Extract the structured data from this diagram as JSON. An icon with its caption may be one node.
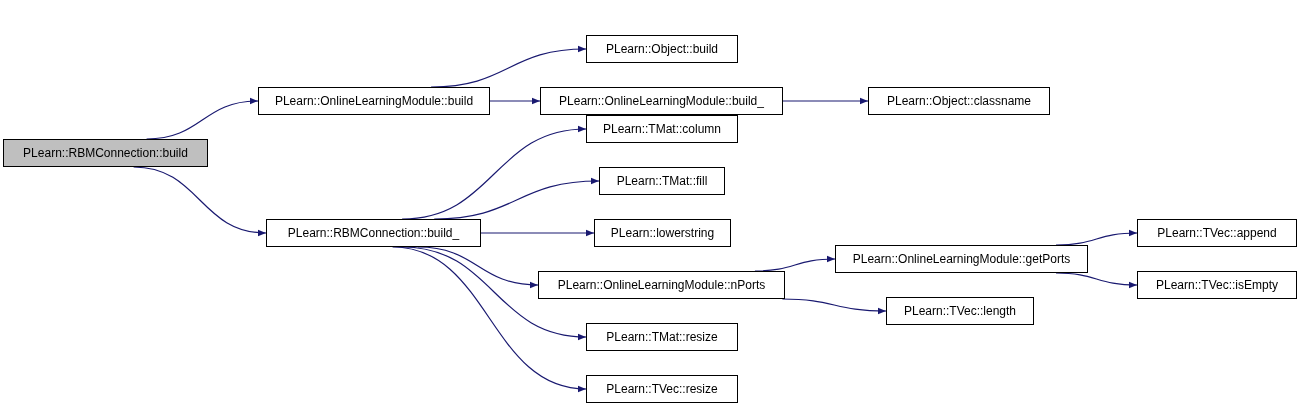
{
  "diagram": {
    "nodes": [
      {
        "text": [
          "PLearn::RBMConnection::build"
        ]
      },
      {
        "text": [
          "PLearn::OnlineLearningModule::build"
        ]
      },
      {
        "text": [
          "PLearn::RBMConnection::build_"
        ]
      },
      {
        "text": [
          "PLearn::Object::build"
        ]
      },
      {
        "text": [
          "PLearn::OnlineLearningModule::build_"
        ]
      },
      {
        "text": [
          "PLearn::Object::classname"
        ]
      },
      {
        "text": [
          "PLearn::TMat::column"
        ]
      },
      {
        "text": [
          "PLearn::TMat::fill"
        ]
      },
      {
        "text": [
          "PLearn::lowerstring"
        ]
      },
      {
        "text": [
          "PLearn::OnlineLearningModule::nPorts"
        ]
      },
      {
        "text": [
          "PLearn::OnlineLearningModule::getPorts"
        ]
      },
      {
        "text": [
          "PLearn::TVec::append"
        ]
      },
      {
        "text": [
          "PLearn::TVec::isEmpty"
        ]
      },
      {
        "text": [
          "PLearn::TVec::length"
        ]
      },
      {
        "text": [
          "PLearn::TMat::resize"
        ]
      },
      {
        "text": [
          "PLearn::TVec::resize"
        ]
      }
    ],
    "edges": [
      {
        "from": 0,
        "to": 1,
        "arrow": "to"
      },
      {
        "from": 0,
        "to": 2,
        "arrow": "to"
      },
      {
        "from": 1,
        "to": 3,
        "arrow": "to"
      },
      {
        "from": 1,
        "to": 4,
        "arrow": "to"
      },
      {
        "from": 4,
        "to": 5,
        "arrow": "to"
      },
      {
        "from": 2,
        "to": 6,
        "arrow": "to"
      },
      {
        "from": 2,
        "to": 7,
        "arrow": "to"
      },
      {
        "from": 2,
        "to": 8,
        "arrow": "to"
      },
      {
        "from": 2,
        "to": 9,
        "arrow": "to"
      },
      {
        "from": 2,
        "to": 14,
        "arrow": "to"
      },
      {
        "from": 2,
        "to": 15,
        "arrow": "to"
      },
      {
        "from": 9,
        "to": 10,
        "arrow": "to"
      },
      {
        "from": 9,
        "to": 13,
        "arrow": "to"
      },
      {
        "from": 10,
        "to": 11,
        "arrow": "to"
      },
      {
        "from": 10,
        "to": 12,
        "arrow": "to"
      }
    ]
  }
}
